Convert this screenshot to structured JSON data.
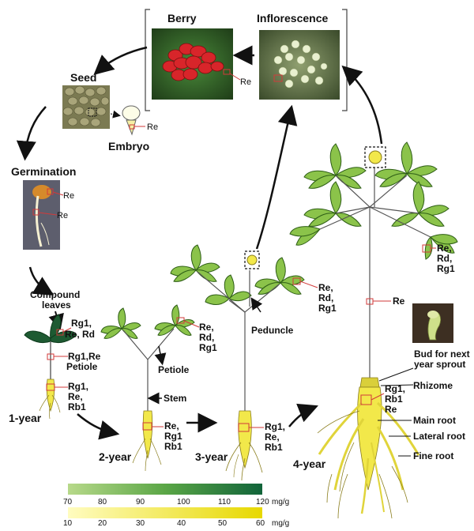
{
  "stages": {
    "berry": "Berry",
    "inflorescence": "Inflorescence",
    "seed": "Seed",
    "embryo": "Embryo",
    "germination": "Germination",
    "compound_leaves_1": "Compound",
    "compound_leaves_2": "leaves"
  },
  "years": [
    "1-year",
    "2-year",
    "3-year",
    "4-year"
  ],
  "parts": {
    "petiole": "Petiole",
    "stem": "Stem",
    "peduncle": "Peduncle",
    "rhizome": "Rhizome",
    "main_root": "Main root",
    "lateral_root": "Lateral root",
    "fine_root": "Fine root",
    "bud_1": "Bud for next",
    "bud_2": "year sprout"
  },
  "ginsenosides": {
    "re": "Re",
    "rg1_re_rd_1": "Rg1,",
    "rg1_re_rd_2": "Re, Rd",
    "rg1_re": "Rg1,Re",
    "rg1_re_rb1_1": "Rg1,",
    "rg1_re_rb1_2": "Re,",
    "rg1_re_rb1_3": "Rb1",
    "re_rd_rg1_1": "Re,",
    "re_rd_rg1_2": "Rd,",
    "re_rd_rg1_3": "Rg1",
    "re_rg1_rb1_1": "Re,",
    "re_rg1_rb1_2": "Rg1",
    "re_rg1_rb1_3": "Rb1",
    "rg1_rb1_re_1": "Rg1,",
    "rg1_rb1_re_2": "Rb1",
    "rg1_rb1_re_3": "Re"
  },
  "legend": {
    "green_ticks": [
      "70",
      "80",
      "90",
      "100",
      "110",
      "120"
    ],
    "green_unit": "mg/g",
    "yellow_ticks": [
      "10",
      "20",
      "30",
      "40",
      "50",
      "60"
    ],
    "yellow_unit": "mg/g"
  },
  "colors": {
    "leaf_green": "#8bc34a",
    "leaf_dark": "#1e5a32",
    "root_yellow": "#f2e84a",
    "root_dark": "#8a7d1c",
    "marker_red": "#d23a3a",
    "legend_green_start": "#b7d98a",
    "legend_green_end": "#11643a",
    "legend_yellow_start": "#fffcc0",
    "legend_yellow_end": "#e7d800"
  }
}
